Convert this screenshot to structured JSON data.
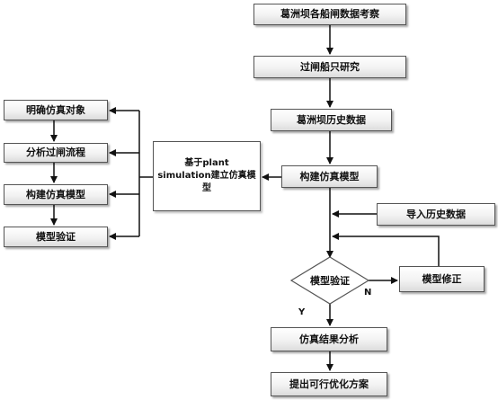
{
  "main_flow": {
    "step1": "葛洲坝各船闸数据考察",
    "step2": "过闸船只研究",
    "step3": "葛洲坝历史数据",
    "step4": "构建仿真模型",
    "import_data": "导入历史数据",
    "decision": "模型验证",
    "model_fix": "模型修正",
    "step6": "仿真结果分析",
    "step7": "提出可行优化方案"
  },
  "labels": {
    "no": "N",
    "yes": "Y"
  },
  "middle": {
    "text": "基于plant simulation建立仿真模型"
  },
  "left_flow": {
    "item1": "明确仿真对象",
    "item2": "分析过闸流程",
    "item3": "构建仿真模型",
    "item4": "模型验证"
  }
}
